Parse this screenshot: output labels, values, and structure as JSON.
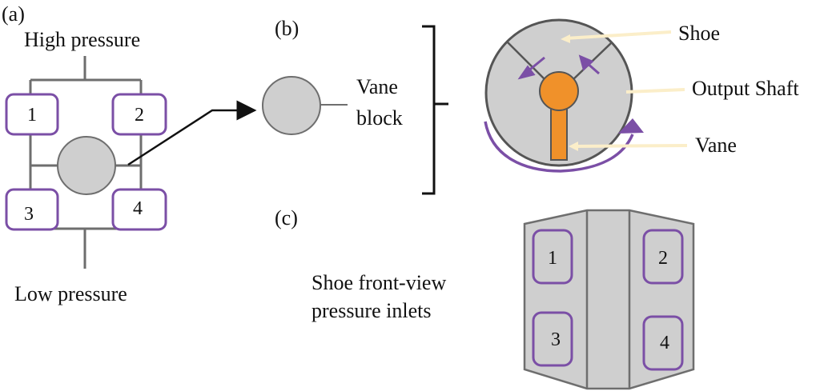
{
  "labels": {
    "panel_a": "(a)",
    "panel_b": "(b)",
    "panel_c": "(c)",
    "high_pressure": "High pressure",
    "low_pressure": "Low pressure",
    "vane_line1": "Vane",
    "vane_line2": "block",
    "shoe": "Shoe",
    "output_shaft": "Output Shaft",
    "vane": "Vane",
    "front_view_line1": "Shoe front-view",
    "front_view_line2": "pressure inlets"
  },
  "inlets_a": [
    "1",
    "2",
    "3",
    "4"
  ],
  "inlets_c": [
    "1",
    "2",
    "3",
    "4"
  ],
  "colors": {
    "purple": "#7b4fa6",
    "gray_fill": "#cfcfcf",
    "line": "#6e6e6e",
    "orange": "#f0912a",
    "callout": "#fbeec9"
  }
}
